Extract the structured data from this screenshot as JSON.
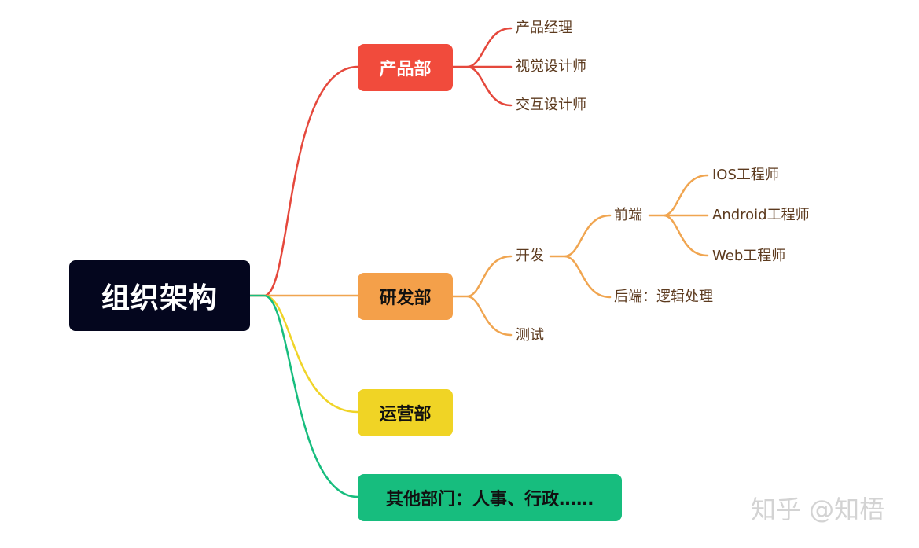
{
  "colors": {
    "root_bg": "#04061e",
    "product": "#e9473b",
    "rnd": "#f2a54c",
    "ops": "#f0d428",
    "other": "#17bd7e",
    "leaf_text": "#5c3a1e",
    "watermark": "#d3d3d3"
  },
  "root": {
    "label": "组织架构"
  },
  "product": {
    "label": "产品部",
    "children": [
      "产品经理",
      "视觉设计师",
      "交互设计师"
    ]
  },
  "rnd": {
    "label": "研发部",
    "dev": {
      "label": "开发",
      "frontend": {
        "label": "前端",
        "children": [
          "IOS工程师",
          "Android工程师",
          "Web工程师"
        ]
      },
      "backend": "后端：逻辑处理"
    },
    "test": "测试"
  },
  "ops": {
    "label": "运营部"
  },
  "other": {
    "label": "其他部门：人事、行政……"
  },
  "watermark": "知乎 @知梧"
}
